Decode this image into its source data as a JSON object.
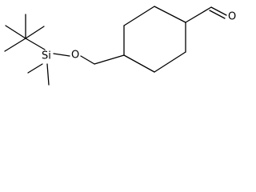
{
  "molecule": {
    "atoms": {
      "silicon": "Si",
      "ether_oxygen": "O",
      "carbonyl_oxygen": "O"
    }
  }
}
